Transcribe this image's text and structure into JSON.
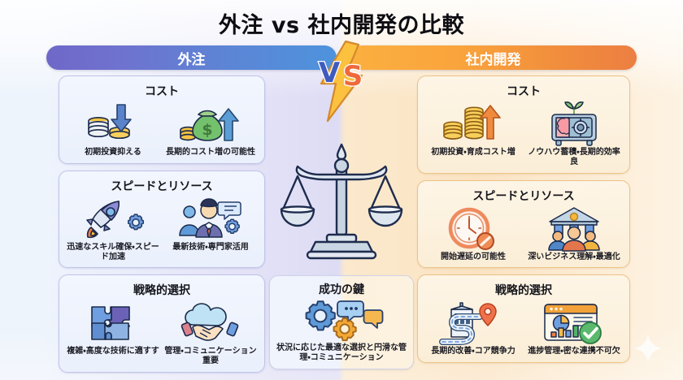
{
  "page": {
    "title": "外注 vs 社内開発の比較",
    "background_left": "#e2e1f5",
    "background_right": "#fbe3c2"
  },
  "headers": {
    "left": {
      "label": "外注",
      "color_start": "#6f68c8",
      "color_end": "#4e93dd"
    },
    "right": {
      "label": "社内開発",
      "color_start": "#fbb03f",
      "color_end": "#ec7f42"
    }
  },
  "center": {
    "vs_label": "VS",
    "scale_icon": "balance-scale-icon",
    "card": {
      "title": "成功の鍵",
      "icon": "gears-chat-icon",
      "caption": "状況に応じた最適な選択と円滑な管理・コミュニケーション"
    }
  },
  "left_column": {
    "cards": [
      {
        "title": "コスト",
        "items": [
          {
            "icon": "coins-down-arrow-icon",
            "caption": "初期投資抑える"
          },
          {
            "icon": "money-bag-up-arrow-icon",
            "caption": "長期的コスト増の可能性"
          }
        ]
      },
      {
        "title": "スピードとリソース",
        "items": [
          {
            "icon": "rocket-gear-icon",
            "caption": "迅速なスキル確保・スピード加速"
          },
          {
            "icon": "expert-chat-gear-icon",
            "caption": "最新技術・専門家活用"
          }
        ]
      },
      {
        "title": "戦略的選択",
        "items": [
          {
            "icon": "puzzle-pieces-icon",
            "caption": "複雑・高度な技術に適すす"
          },
          {
            "icon": "handshake-cloud-icon",
            "caption": "管理・コミュニケーション重要"
          }
        ]
      }
    ]
  },
  "right_column": {
    "cards": [
      {
        "title": "コスト",
        "items": [
          {
            "icon": "coin-stacks-up-arrow-icon",
            "caption": "初期投資・育成コスト増"
          },
          {
            "icon": "brain-safe-sprout-icon",
            "caption": "ノウハウ蓄積・長期的効率良"
          }
        ]
      },
      {
        "title": "スピードとリソース",
        "items": [
          {
            "icon": "clock-delay-icon",
            "caption": "開始遅延の可能性"
          },
          {
            "icon": "team-building-icon",
            "caption": "深いビジネス理解・最適化"
          }
        ]
      },
      {
        "title": "戦略的選択",
        "items": [
          {
            "icon": "building-roadmap-pin-icon",
            "caption": "長期的改善・コア競争力"
          },
          {
            "icon": "dashboard-check-icon",
            "caption": "進捗管理・密な連携不可欠"
          }
        ]
      }
    ]
  },
  "decorations": {
    "sparkle": "sparkle-icon"
  }
}
